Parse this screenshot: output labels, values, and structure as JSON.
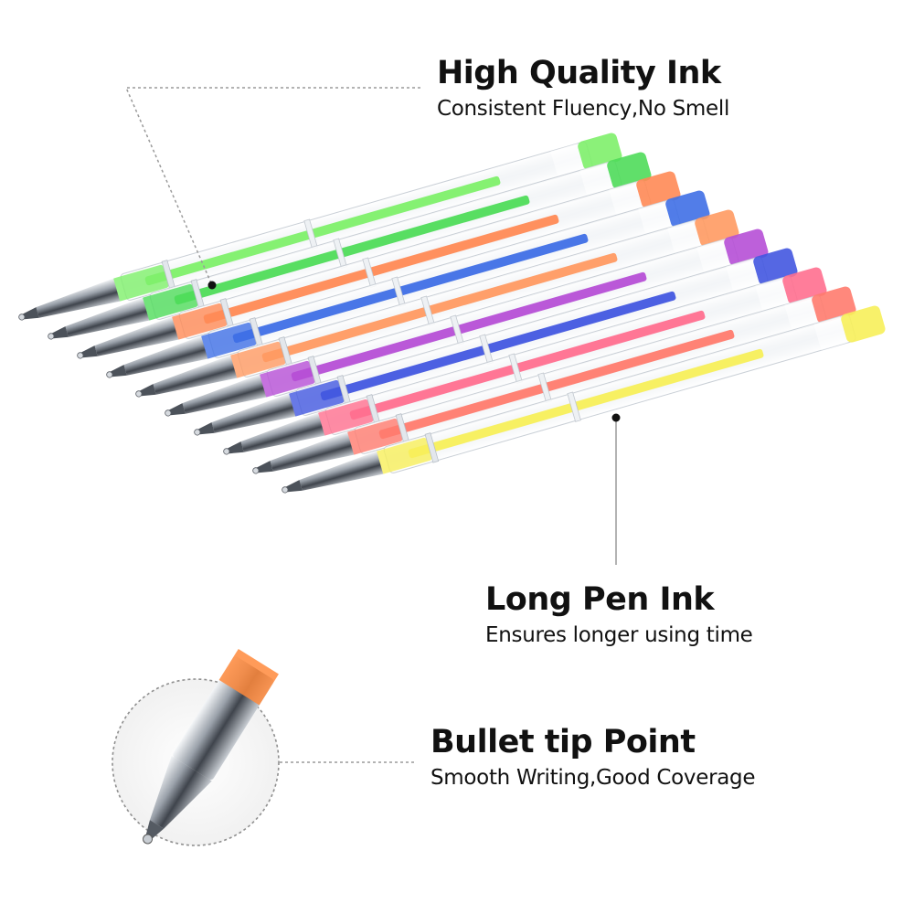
{
  "features": [
    {
      "title": "High Quality Ink",
      "subtitle": "Consistent Fluency,No Smell",
      "icon": "ink-pointer-dot"
    },
    {
      "title": "Long Pen Ink",
      "subtitle": "Ensures longer using time",
      "icon": "ink-pointer-dot"
    },
    {
      "title": "Bullet tip Point",
      "subtitle": "Smooth Writing,Good Coverage",
      "icon": "tip-zoom-circle"
    }
  ],
  "pens": [
    {
      "color": "light-green",
      "ink": "#7ef06a"
    },
    {
      "color": "green",
      "ink": "#4fdc5a"
    },
    {
      "color": "orange",
      "ink": "#ff8a55"
    },
    {
      "color": "blue",
      "ink": "#3f6fe6"
    },
    {
      "color": "peach",
      "ink": "#ff9a62"
    },
    {
      "color": "purple",
      "ink": "#b64fd6"
    },
    {
      "color": "royal-blue",
      "ink": "#4257e0"
    },
    {
      "color": "pink",
      "ink": "#ff6f8f"
    },
    {
      "color": "coral",
      "ink": "#ff7b6e"
    },
    {
      "color": "yellow",
      "ink": "#f7ef5a"
    }
  ],
  "colors": {
    "text": "#111111",
    "leader_line": "#9a9a9a",
    "background": "#ffffff"
  }
}
